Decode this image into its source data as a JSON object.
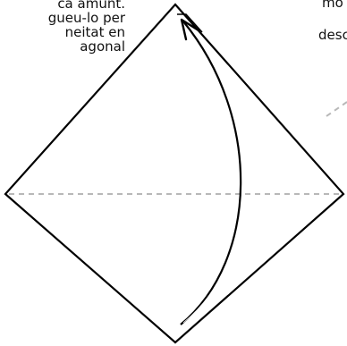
{
  "left_caption": {
    "line1": "ca amunt.",
    "line2": "gueu-lo per",
    "line3": "neitat en",
    "line4": "agonal"
  },
  "right_caption": {
    "line1": "mo",
    "line2": "desc"
  },
  "colors": {
    "outline": "#000000",
    "fold_line": "#b8b8b8",
    "arrow": "#000000"
  }
}
